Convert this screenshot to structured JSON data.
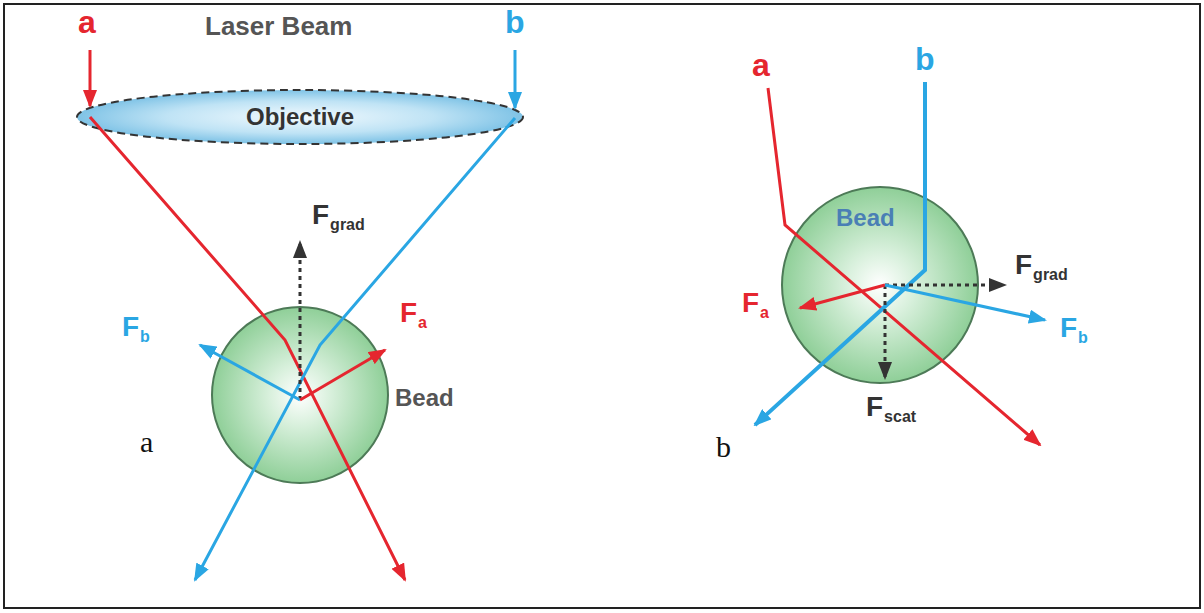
{
  "diagram": {
    "nodes": [
      {
        "text": [
          "Objective"
        ]
      },
      {
        "text": [
          "Bead"
        ]
      },
      {
        "text": [
          "Bead"
        ]
      }
    ],
    "labels": [
      "a",
      "Laser Beam",
      "b",
      "F",
      "grad",
      "F",
      "b",
      "F",
      "a",
      "a",
      "a",
      "b",
      "F",
      "grad",
      "F",
      "a",
      "F",
      "b",
      "F",
      "scat",
      "b"
    ]
  }
}
